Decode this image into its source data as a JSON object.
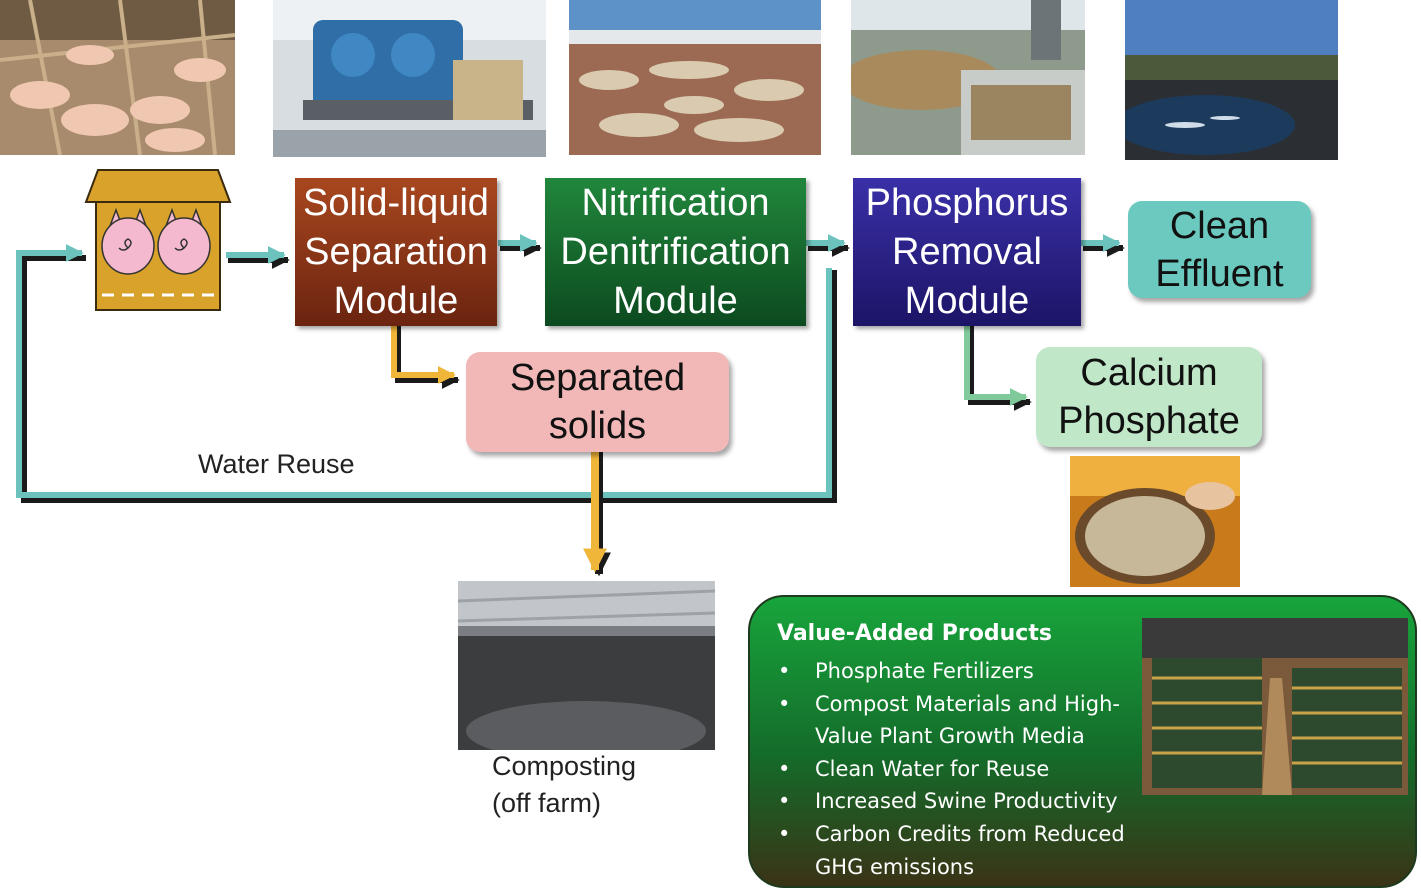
{
  "modules": {
    "solid_liquid": [
      "Solid-liquid",
      "Separation",
      "Module"
    ],
    "nitrification": [
      "Nitrification",
      "Denitrification",
      "Module"
    ],
    "phosphorus": [
      "Phosphorus",
      "Removal",
      "Module"
    ]
  },
  "outputs": {
    "clean_effluent": [
      "Clean",
      "Effluent"
    ],
    "separated_solids": [
      "Separated",
      "solids"
    ],
    "calcium_phosphate": [
      "Calcium",
      "Phosphate"
    ]
  },
  "labels": {
    "water_reuse": "Water Reuse",
    "composting": [
      "Composting",
      "(off farm)"
    ]
  },
  "value_added": {
    "title": "Value-Added Products",
    "items": [
      "Phosphate Fertilizers",
      "Compost Materials and High-Value Plant Growth Media",
      "Clean Water for Reuse",
      "Increased Swine Productivity",
      "Carbon Credits from Reduced GHG emissions"
    ]
  },
  "colors": {
    "solid_module": "#8b3415",
    "nitrification_module": "#176b2e",
    "phosphorus_module": "#2a2190",
    "clean_effluent": "#6cc9c0",
    "separated_solids": "#f2b8b8",
    "calcium_phosphate": "#bfe7c8",
    "water_loop": "#6cc3bd",
    "solids_arrow": "#f0b63a",
    "value_panel": "#18a53c",
    "barn": "#d9a22a"
  },
  "icons": {
    "barn": "barn-with-pigs-icon"
  }
}
